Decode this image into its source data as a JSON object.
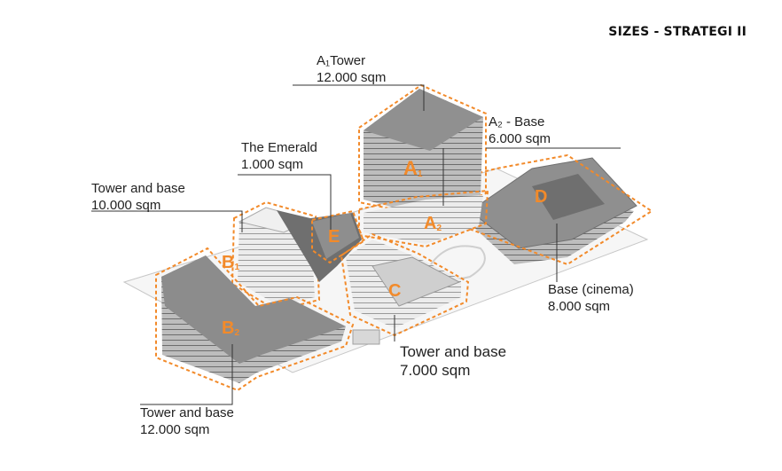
{
  "heading": "SIZES - STRATEGI II",
  "accent_color": "#f28a2a",
  "labels": {
    "a1": {
      "name": "A₁Tower",
      "size": "12.000 sqm"
    },
    "a2": {
      "name": "A₂ - Base",
      "size": "6.000 sqm"
    },
    "emerald": {
      "name": "The Emerald",
      "size": "1.000 sqm"
    },
    "b1": {
      "name": "Tower and base",
      "size": "10.000 sqm"
    },
    "d": {
      "name": "Base (cinema)",
      "size": "8.000 sqm"
    },
    "c": {
      "name": "Tower and base",
      "size": "7.000 sqm"
    },
    "b2": {
      "name": "Tower and base",
      "size": "12.000 sqm"
    }
  },
  "zones": {
    "a1": {
      "letter": "A",
      "sub": "1"
    },
    "a2": {
      "letter": "A",
      "sub": "2"
    },
    "b1": {
      "letter": "B",
      "sub": "1"
    },
    "b2": {
      "letter": "B",
      "sub": "2"
    },
    "c": {
      "letter": "C"
    },
    "d": {
      "letter": "D"
    },
    "e": {
      "letter": "E"
    }
  }
}
